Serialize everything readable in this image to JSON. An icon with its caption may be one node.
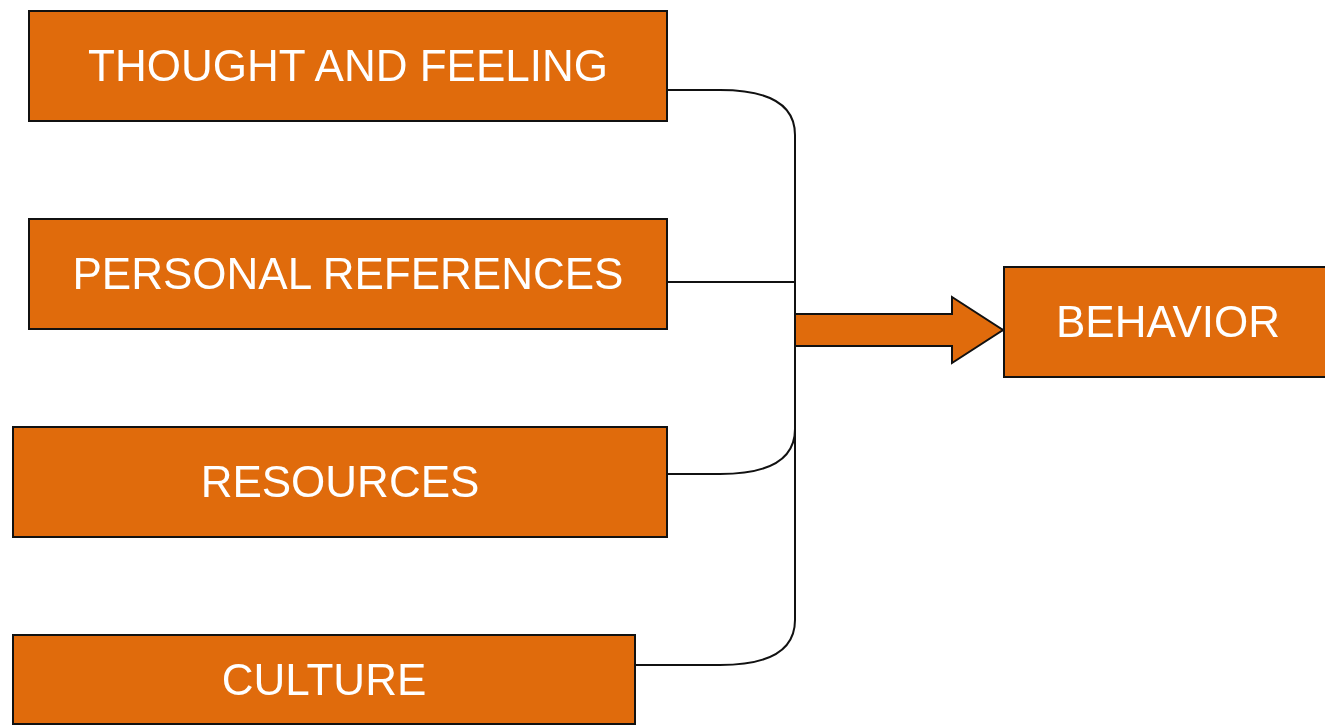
{
  "diagram": {
    "nodes": [
      {
        "text": [
          "THOUGHT AND FEELING"
        ]
      },
      {
        "text": [
          "PERSONAL REFERENCES"
        ]
      },
      {
        "text": [
          "RESOURCES"
        ]
      },
      {
        "text": [
          "CULTURE"
        ]
      },
      {
        "text": [
          "BEHAVIOR"
        ]
      }
    ],
    "edges": [
      {
        "from": 0,
        "to": 4,
        "arrow": "to"
      },
      {
        "from": 1,
        "to": 4,
        "arrow": "to"
      },
      {
        "from": 2,
        "to": 4,
        "arrow": "to"
      },
      {
        "from": 3,
        "to": 4,
        "arrow": "to"
      }
    ]
  }
}
